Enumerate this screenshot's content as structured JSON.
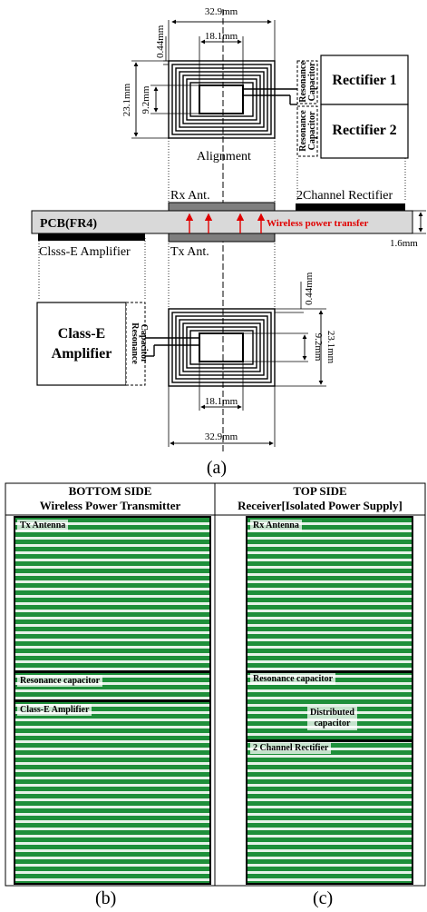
{
  "diagram_a": {
    "top_dim_outer": "32.9mm",
    "top_dim_inner": "18.1mm",
    "top_dim_trace": "0.44mm",
    "top_dim_height": "23.1mm",
    "top_dim_window": "9.2mm",
    "resonance_capacitor_label": "Resonance Capacitor",
    "rectifier_1": "Rectifier 1",
    "rectifier_2": "Rectifier 2",
    "alignment": "Alignment",
    "rx_ant": "Rx Ant.",
    "two_channel_rectifier": "2Channel Rectifier",
    "pcb_label": "PCB(FR4)",
    "wireless_power_transfer": "Wireless power transfer",
    "thickness": "1.6mm",
    "class_e_amp_text": "Clsss-E Amplifier",
    "tx_ant": "Tx Ant.",
    "bottom_dim_trace": "0.44mm",
    "bottom_dim_window": "9.2mm",
    "bottom_dim_height": "23.1mm",
    "bottom_dim_inner": "18.1mm",
    "bottom_dim_outer": "32.9mm",
    "class_e_line1": "Class-E",
    "class_e_line2": "Amplifier",
    "caption": "(a)"
  },
  "photos": {
    "left_header_1": "BOTTOM SIDE",
    "left_header_2": "Wireless Power Transmitter",
    "right_header_1": "TOP SIDE",
    "right_header_2": "Receiver[Isolated Power Supply]",
    "tx_antenna": "Tx Antenna",
    "resonance_capacitor_left": "Resonance capacitor",
    "class_e_amplifier": "Class-E Amplifier",
    "rx_antenna": "Rx Antenna",
    "resonance_capacitor_right": "Resonance capacitor",
    "distributed_capacitor_1": "Distributed",
    "distributed_capacitor_2": "capacitor",
    "two_channel_rectifier": "2 Channel Rectifier",
    "caption_b": "(b)",
    "caption_c": "(c)"
  },
  "colors": {
    "arrow": "#e00000",
    "pcb": "#d9d9d9",
    "antenna_block": "#7f7f7f",
    "board_green": "#1e8f3a"
  }
}
